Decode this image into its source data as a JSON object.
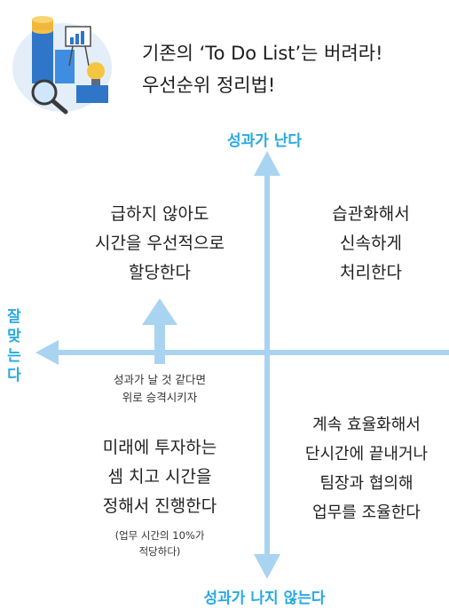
{
  "title": {
    "line1": "기존의 ‘To Do List’는 버려라!",
    "line2": "우선순위 정리법!"
  },
  "axes": {
    "top": "성과가 난다",
    "bottom": "성과가 나지 않는다",
    "left": [
      "잘",
      "맞",
      "는",
      "다"
    ]
  },
  "quadrants": {
    "top_left": [
      "급하지 않아도",
      "시간을 우선적으로",
      "할당한다"
    ],
    "top_right": [
      "습관화해서",
      "신속하게",
      "처리한다"
    ],
    "bottom_left": [
      "미래에 투자하는",
      "셈 치고 시간을",
      "정해서 진행한다"
    ],
    "bottom_left_note": [
      "(업무 시간의 10%가",
      "적당하다)"
    ],
    "bottom_right": [
      "계속 효율화해서",
      "단시간에 끝내거나",
      "팀장과 협의해",
      "업무를 조율한다"
    ]
  },
  "promote_note": [
    "성과가 날 것 같다면",
    "위로 승격시키자"
  ],
  "colors": {
    "axis_arrow": "#a9d4f1",
    "axis_label": "#29a9e1"
  },
  "illustration": {
    "icon": "analytics-illustration-icon"
  }
}
